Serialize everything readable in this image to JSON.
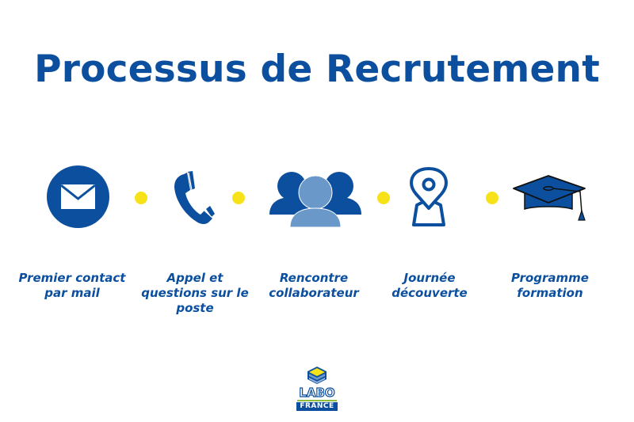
{
  "title": "Processus de Recrutement",
  "colors": {
    "primary_blue": "#0b4f9e",
    "light_blue": "#6a98c8",
    "dot_yellow": "#f7e21a",
    "logo_green": "#8cbf3f"
  },
  "steps": [
    {
      "icon": "envelope-icon",
      "label_line1": "Premier contact",
      "label_line2": "par mail",
      "label_line3": ""
    },
    {
      "icon": "phone-icon",
      "label_line1": "Appel et",
      "label_line2": "questions sur le",
      "label_line3": "poste"
    },
    {
      "icon": "people-group-icon",
      "label_line1": "Rencontre",
      "label_line2": "collaborateur",
      "label_line3": ""
    },
    {
      "icon": "map-pin-icon",
      "label_line1": "Journée",
      "label_line2": "découverte",
      "label_line3": ""
    },
    {
      "icon": "graduation-cap-icon",
      "label_line1": "Programme",
      "label_line2": "formation",
      "label_line3": ""
    }
  ],
  "logo": {
    "line1": "LABO",
    "line2": "FRANCE"
  }
}
